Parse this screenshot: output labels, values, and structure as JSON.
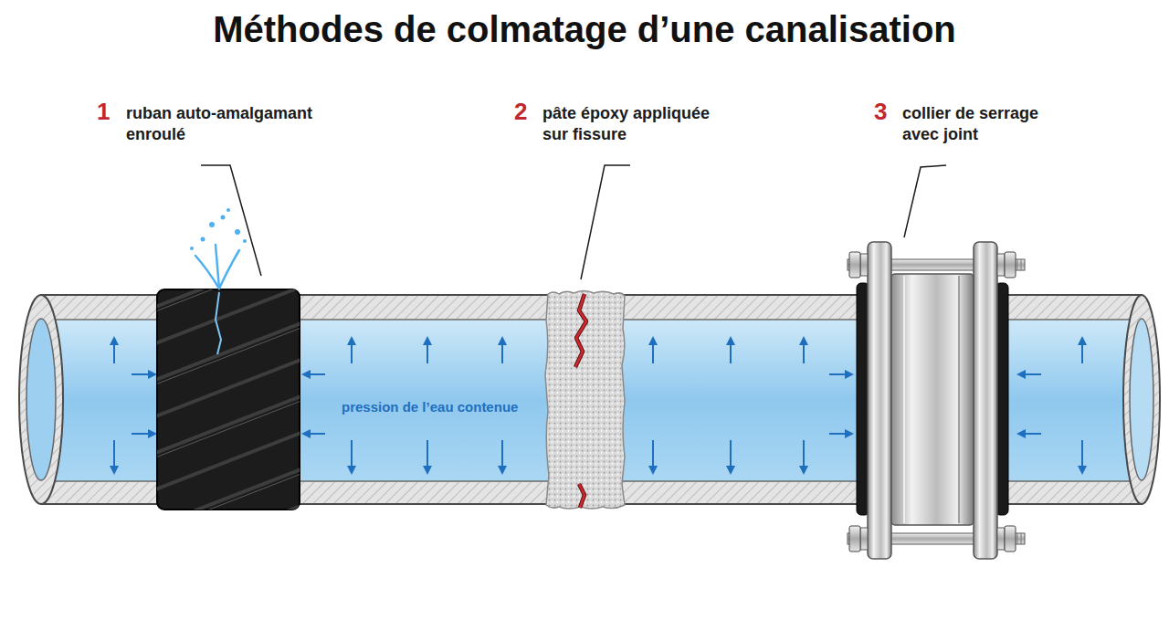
{
  "diagram": {
    "title": "Méthodes de colmatage d’une canalisation",
    "labels": [
      "1",
      "ruban auto-amalgamant enroulé",
      "2",
      "pâte époxy appliquée sur fissure",
      "3",
      "collier de serrage avec joint",
      "pression de l’eau contenue"
    ]
  }
}
